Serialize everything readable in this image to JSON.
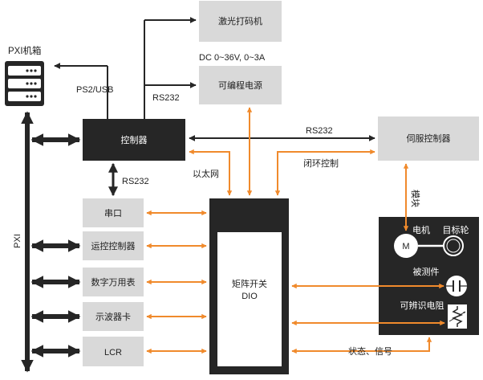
{
  "nodes": {
    "pxi_chassis": "PXI机箱",
    "laser_marker": "激光打码机",
    "power_supply": "可编程电源",
    "controller": "控制器",
    "servo_controller": "伺服控制器",
    "serial_port": "串口",
    "motion_controller": "运控控制器",
    "multimeter": "数字万用表",
    "oscilloscope": "示波器卡",
    "lcr": "LCR",
    "matrix_switch_line1": "矩阵开关",
    "matrix_switch_line2": "DIO",
    "motor_label": "电机",
    "motor_symbol": "M",
    "target_wheel": "目标轮",
    "dut": "被测件",
    "resistor": "可辨识电阻",
    "pxi_bus": "PXI"
  },
  "edge_labels": {
    "ps2_usb": "PS2/USB",
    "rs232_power": "RS232",
    "dc_spec": "DC 0~36V, 0~3A",
    "rs232_servo": "RS232",
    "rs232_serial": "RS232",
    "ethernet": "以太网",
    "closed_loop": "闭环控制",
    "module": "模块",
    "status_signal": "状态、信号"
  },
  "colors": {
    "gray_box": "#d9d9d9",
    "dark_box": "#262626",
    "orange_arrow": "#f08a2c",
    "black_arrow": "#262626"
  }
}
